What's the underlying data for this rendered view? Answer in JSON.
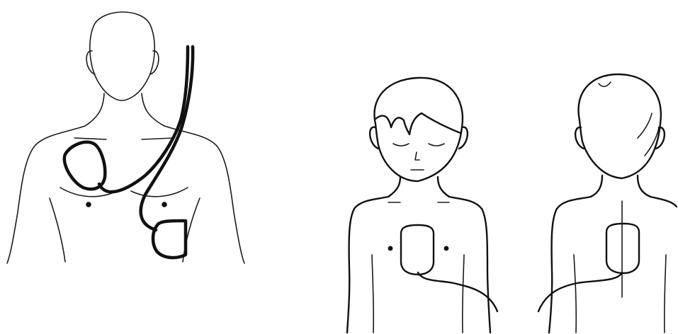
{
  "colors": {
    "background": "#ffffff",
    "outline": "#111111",
    "pad_adult": "#ffffff",
    "pad_child_front": "#f2a7b3",
    "pad_child_back": "#fedb3c"
  },
  "figures": [
    {
      "name": "adult-front-figure",
      "pads": [
        "upper-right-chest-pad",
        "lower-left-side-pad"
      ]
    },
    {
      "name": "child-front-figure",
      "pads": [
        "center-chest-pad"
      ]
    },
    {
      "name": "child-back-figure",
      "pads": [
        "center-back-pad"
      ]
    }
  ]
}
